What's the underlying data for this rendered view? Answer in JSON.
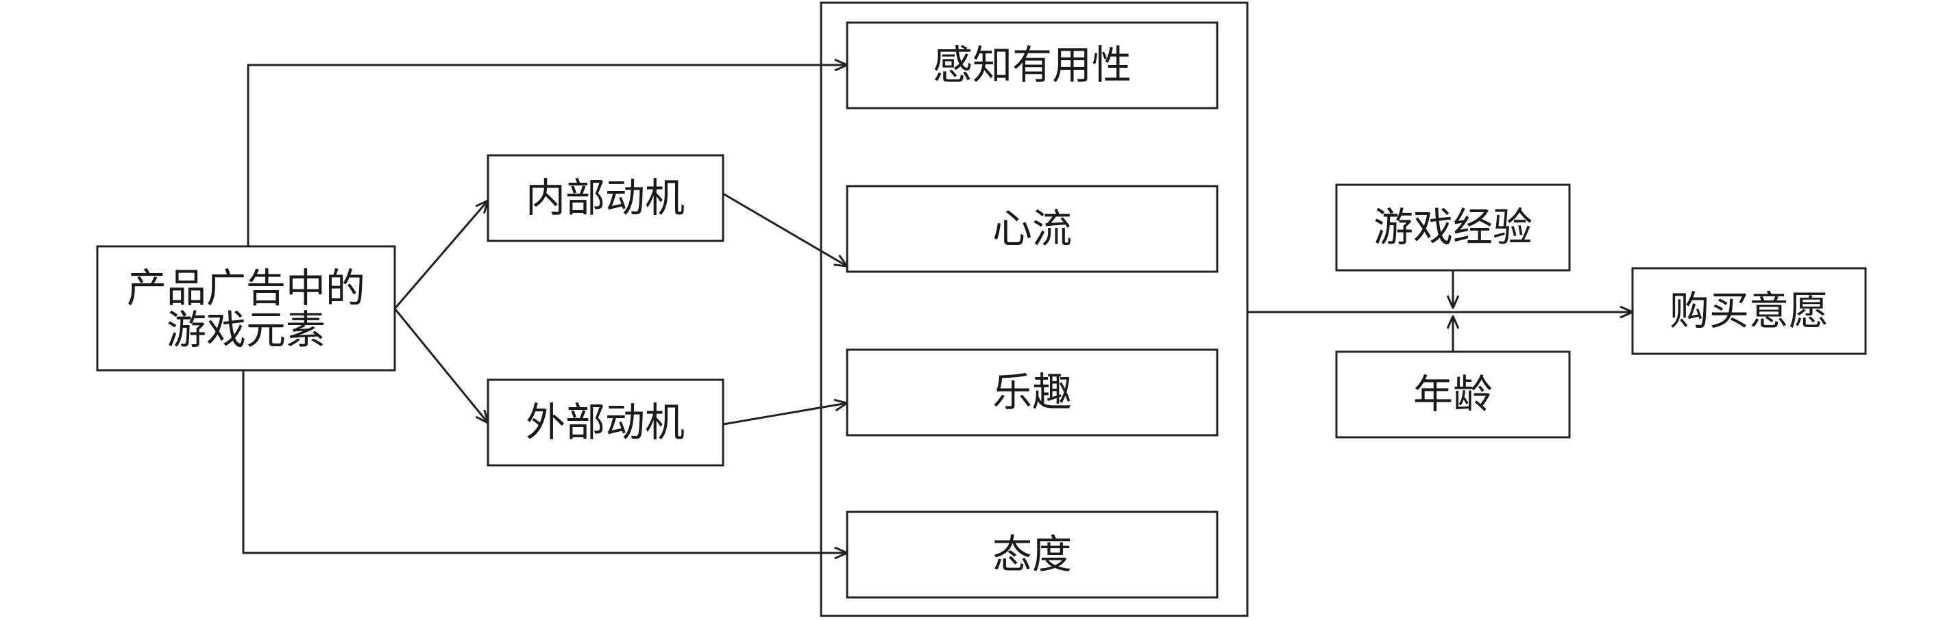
{
  "nodes": {
    "source": {
      "line1": "产品广告中的",
      "line2": "游戏元素"
    },
    "intrinsic": "内部动机",
    "extrinsic": "外部动机",
    "usefulness": "感知有用性",
    "flow": "心流",
    "fun": "乐趣",
    "attitude": "态度",
    "experience": "游戏经验",
    "age": "年龄",
    "intention": "购买意愿"
  },
  "colors": {
    "stroke": "#222222",
    "text": "#1a1a1a",
    "background": "#ffffff"
  }
}
